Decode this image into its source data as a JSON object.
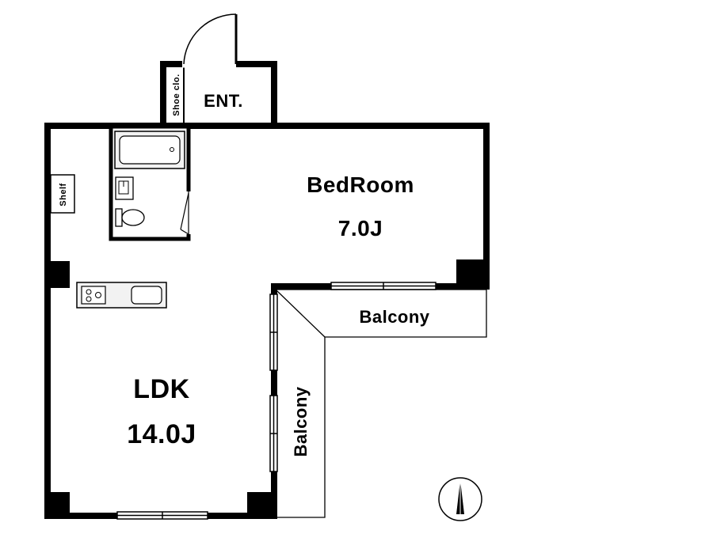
{
  "rooms": {
    "entrance": {
      "label": "ENT."
    },
    "shoe_closet": {
      "label": "Shoe clo."
    },
    "shelf": {
      "label": "Shelf"
    },
    "bedroom": {
      "name": "BedRoom",
      "size": "7.0J"
    },
    "ldk": {
      "name": "LDK",
      "size": "14.0J"
    },
    "balcony_upper": {
      "label": "Balcony"
    },
    "balcony_lower": {
      "label": "Balcony"
    }
  },
  "icons": {
    "compass": "north-arrow-icon",
    "bathtub": "bathtub-icon",
    "toilet": "toilet-icon",
    "sink": "washbasin-icon",
    "stove": "stove-icon",
    "kitchen_sink": "kitchen-sink-icon",
    "door": "door-swing-icon"
  },
  "colors": {
    "wall": "#000000",
    "background": "#ffffff",
    "fixture_fill": "#f2f2f2"
  }
}
